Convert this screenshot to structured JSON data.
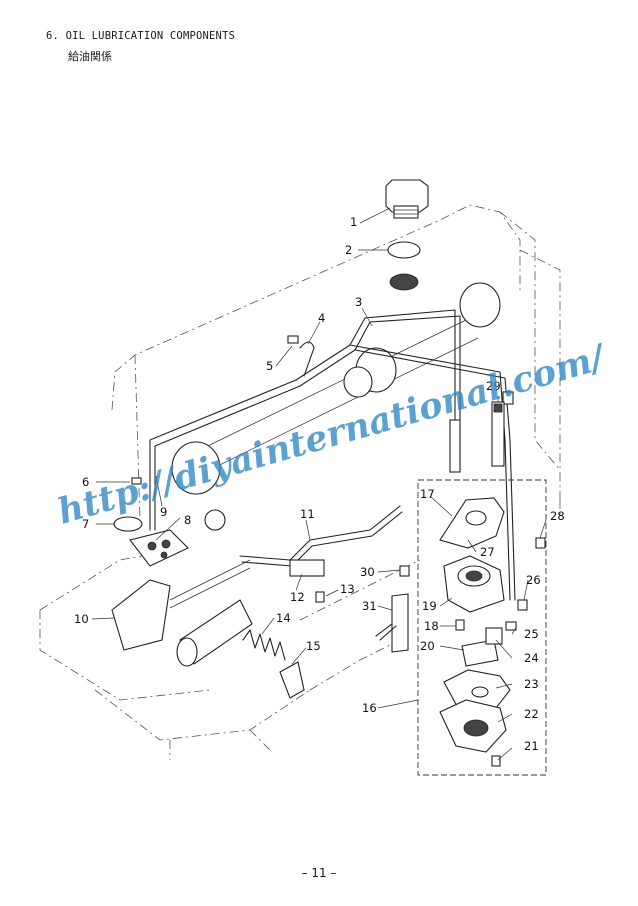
{
  "section_title": "6. OIL LUBRICATION COMPONENTS",
  "section_title_jp": "給油関係",
  "page_number": "– 11 –",
  "watermark": "http://diyainternational.com/",
  "callouts": [
    "1",
    "2",
    "3",
    "4",
    "5",
    "6",
    "7",
    "8",
    "9",
    "10",
    "11",
    "12",
    "13",
    "14",
    "15",
    "16",
    "17",
    "18",
    "19",
    "20",
    "21",
    "22",
    "23",
    "24",
    "25",
    "26",
    "27",
    "28",
    "29",
    "30",
    "31"
  ]
}
